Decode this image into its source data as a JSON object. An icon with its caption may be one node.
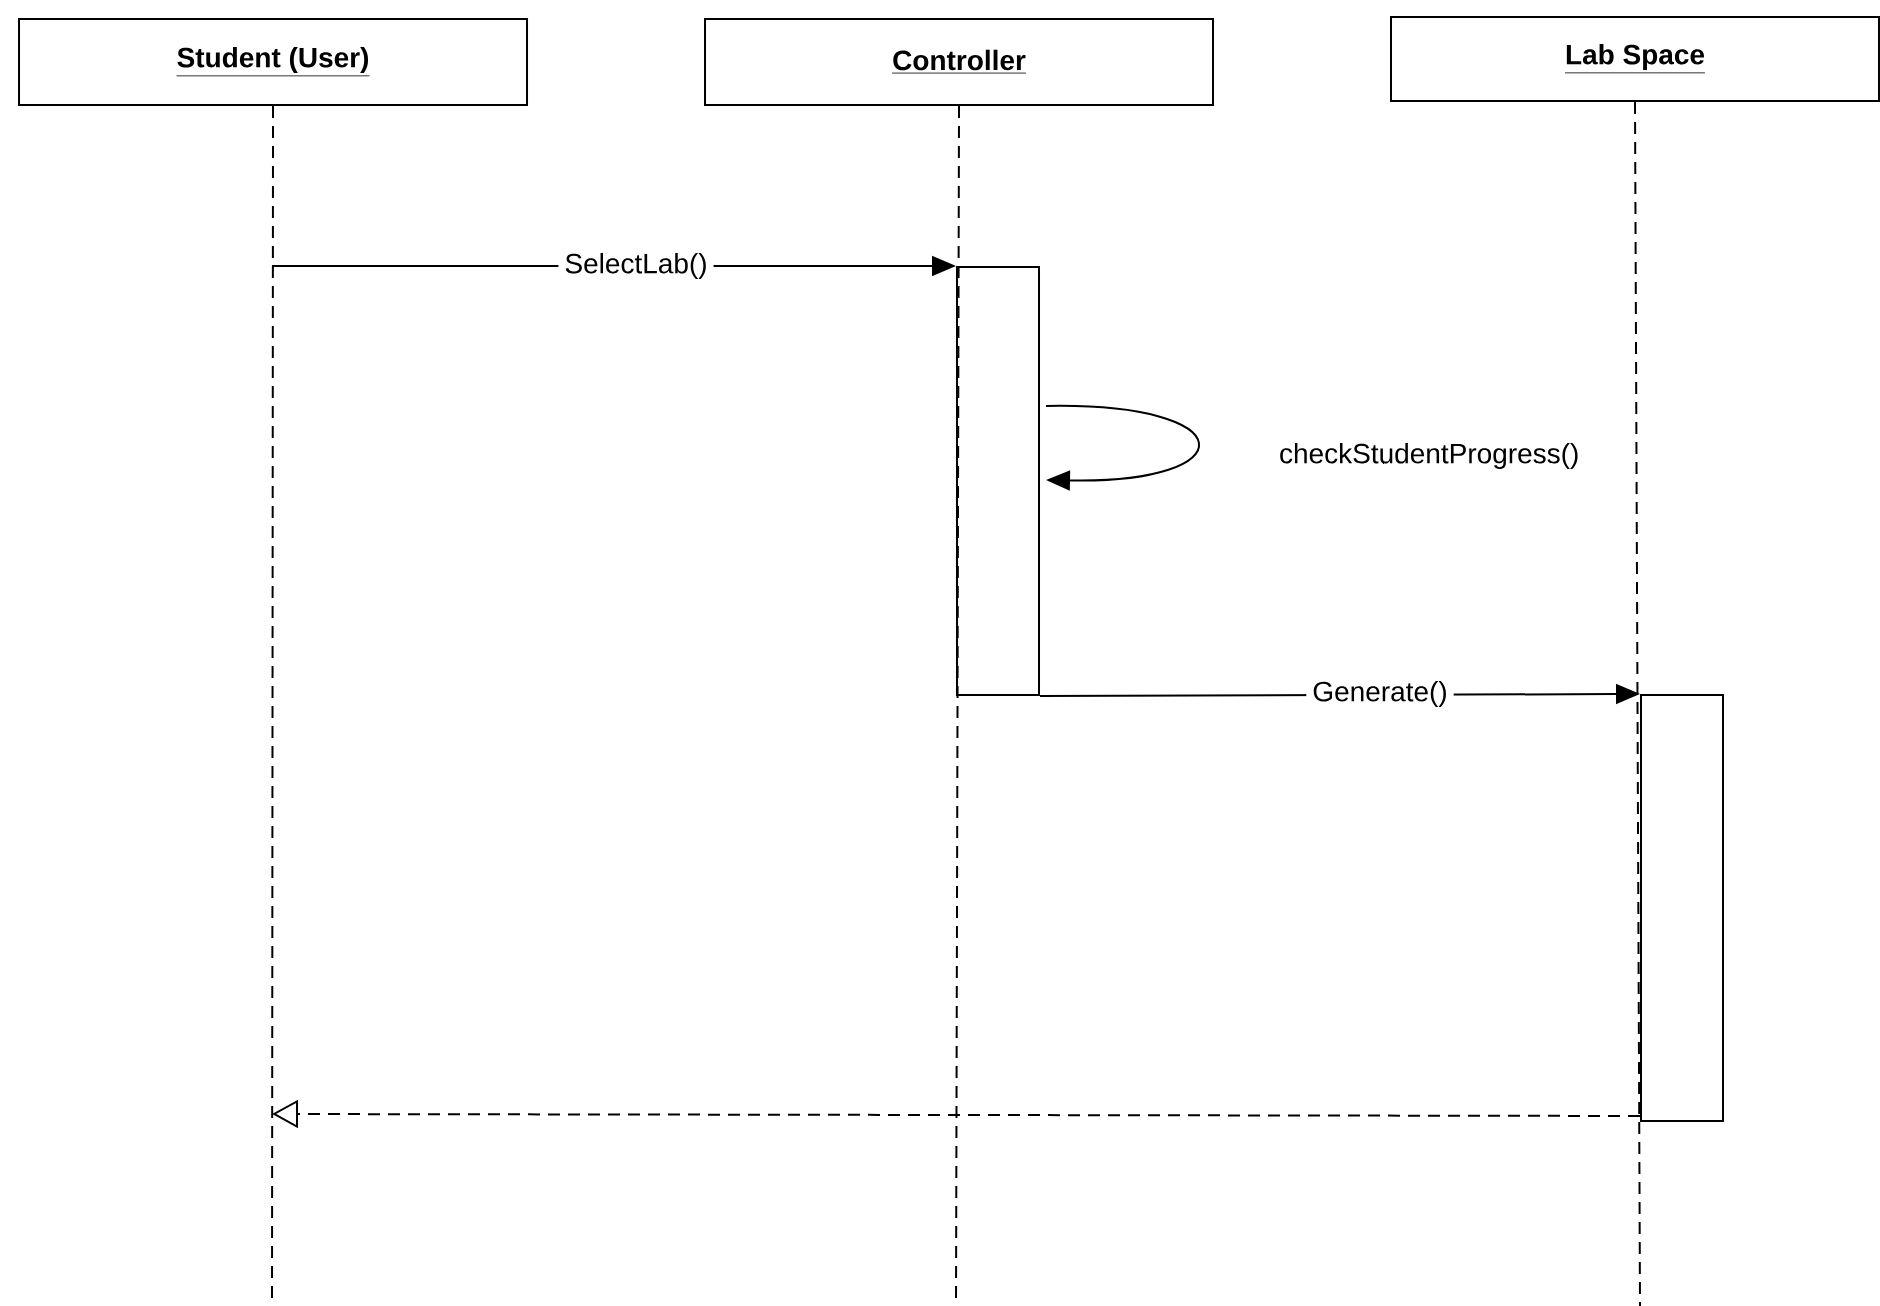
{
  "diagram": {
    "nodes": [
      {
        "text": [
          "Student (User)"
        ]
      },
      {
        "text": [
          "Controller"
        ]
      },
      {
        "text": [
          "Lab Space"
        ]
      },
      {
        "text": [],
        "shape": "bar"
      },
      {
        "text": [],
        "shape": "bar"
      }
    ],
    "edges": [
      {
        "from": 0,
        "to": null,
        "arrow": "none",
        "style": "dashed"
      },
      {
        "from": 1,
        "to": null,
        "arrow": "none",
        "style": "dashed"
      },
      {
        "from": 2,
        "to": null,
        "arrow": "none",
        "style": "dashed"
      },
      {
        "from": null,
        "to": 3,
        "arrow": "to",
        "label": "SelectLab()"
      },
      {
        "from": 3,
        "to": 3,
        "arrow": "to",
        "label": "checkStudentProgress()"
      },
      {
        "from": 3,
        "to": 4,
        "arrow": "to",
        "label": "Generate()"
      },
      {
        "from": 4,
        "to": null,
        "arrow": "to",
        "style": "dashed"
      }
    ]
  }
}
